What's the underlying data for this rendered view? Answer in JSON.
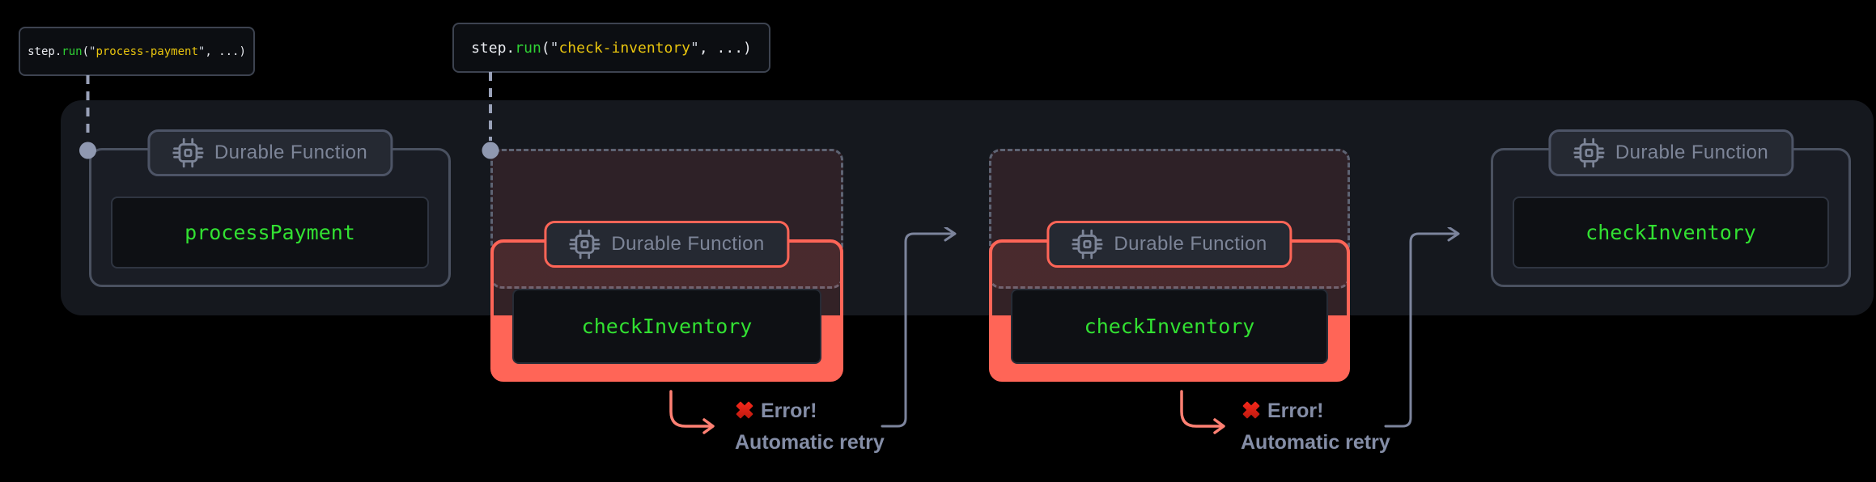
{
  "diagram": {
    "tooltips": [
      {
        "obj": "step.",
        "fn": "run",
        "open": "(",
        "q1": "\"",
        "str": "process-payment",
        "q2": "\"",
        "close": ", ...)"
      },
      {
        "obj": "step.",
        "fn": "run",
        "open": "(",
        "q1": "\"",
        "str": "check-inventory",
        "q2": "\"",
        "close": ", ...)"
      }
    ],
    "groups": [
      {
        "badge": "Durable Function",
        "fn": "processPayment"
      },
      {
        "badge": "Durable Function",
        "fn": "checkInventory"
      },
      {
        "badge": "Durable Function",
        "fn": "checkInventory"
      },
      {
        "badge": "Durable Function",
        "fn": "checkInventory"
      }
    ],
    "annotations": [
      {
        "error": "Error!",
        "retry": "Automatic retry"
      },
      {
        "error": "Error!",
        "retry": "Automatic retry"
      }
    ],
    "icons": {
      "badge_icon": "chip-icon",
      "error_icon": "x-icon",
      "connector": "dashed-line-with-dot"
    },
    "colors": {
      "page_bg": "#000000",
      "panel_bg": "#15181e",
      "card_border": "#4a5160",
      "error_accent": "#ff6557",
      "error_arrow": "#ff8073",
      "function_green": "#32e132",
      "code_green": "#2fd134",
      "code_yellow": "#e8c40e",
      "muted_text": "#7d8598",
      "annotation_text": "#848da6",
      "connector_gray": "#99a1b8",
      "x_red": "#e02318"
    }
  }
}
